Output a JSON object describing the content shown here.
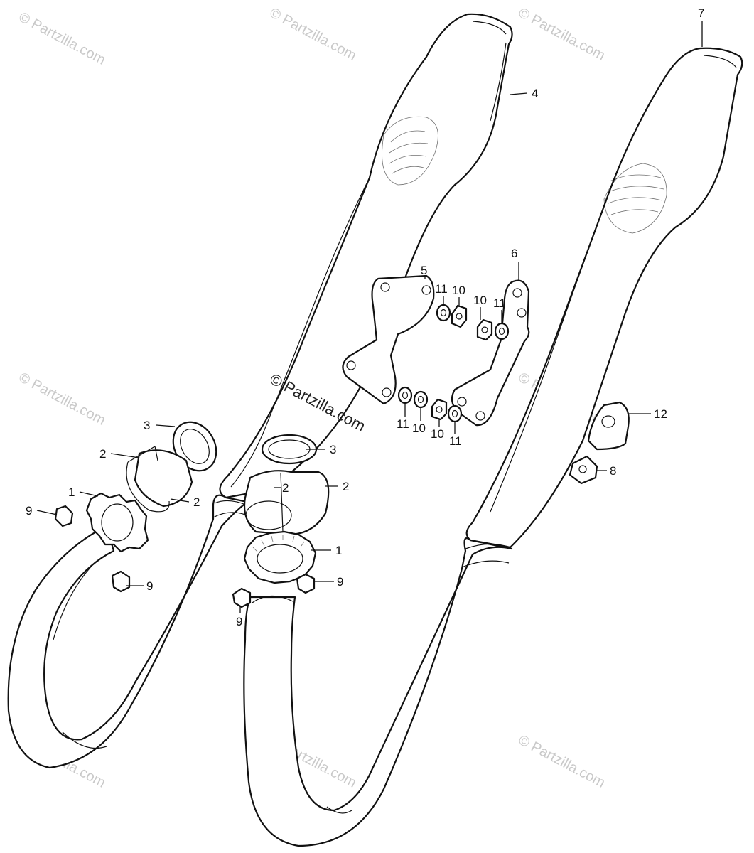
{
  "watermark": {
    "text": "© Partzilla.com"
  },
  "callouts": {
    "p1a": "1",
    "p1b": "1",
    "p2a": "2",
    "p2b": "2",
    "p2c": "2",
    "p2d": "2",
    "p3a": "3",
    "p3b": "3",
    "p4": "4",
    "p5": "5",
    "p6": "6",
    "p7": "7",
    "p8": "8",
    "p9a": "9",
    "p9b": "9",
    "p9c": "9",
    "p9d": "9",
    "p10a": "10",
    "p10b": "10",
    "p10c": "10",
    "p10d": "10",
    "p11a": "11",
    "p11b": "11",
    "p11c": "11",
    "p11d": "11",
    "p12": "12"
  },
  "colors": {
    "line": "#111111",
    "watermark": "#c9c9c9",
    "background": "#ffffff"
  }
}
